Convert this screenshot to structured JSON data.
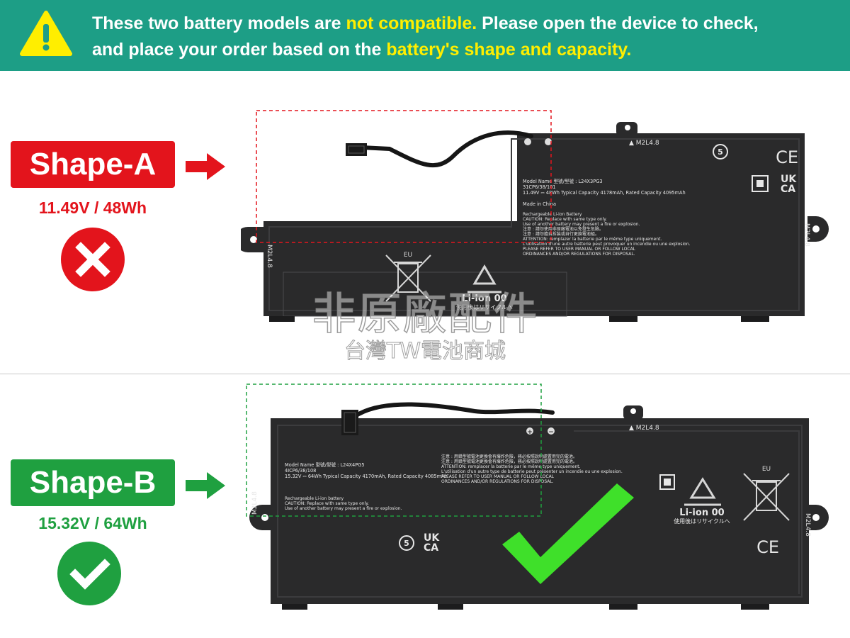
{
  "banner": {
    "line1_a": "These two battery models are ",
    "line1_hl": "not compatible.",
    "line1_b": " Please open the device to check,",
    "line2_a": "and place your order based on the ",
    "line2_hl": "battery's shape and capacity."
  },
  "shape_a": {
    "label": "Shape-A",
    "spec": "11.49V / 48Wh",
    "model_line": "Model Name 型號/型號 : L24X3PG3",
    "cells": "31CP6/38/101",
    "capacity_line": "11.49V ⎓ 48Wh Typical Capacity 4178mAh, Rated Capacity 4095mAh",
    "made_in": "Made in China",
    "warn1": "Rechargeable Li-ion Battery",
    "warn2": "CAUTION: Replace with same type only.",
    "warn3": "Use of another battery may present a fire or explosion.",
    "warn4": "注意 : 請勿使用非原廠電池以免發生危險。",
    "warn5": "注意 : 請勿擅自拆裝或自行更換電池組。",
    "warn6": "ATTENTION: remplazer la batterie par le même type uniquement.",
    "warn7": "L'utilisation d'une autre batterie peut provoquer un incendie ou une explosion.",
    "warn8": "PLEASE REFER TO USER MANUAL OR FOLLOW LOCAL",
    "warn9": "ORDINANCES AND/OR REGULATIONS FOR DISPOSAL.",
    "screw_top": "▲ M2L4.8",
    "screw_left": "M2L4.8",
    "screw_right": "M2L4.8",
    "eu": "EU",
    "liion": "Li-ion 00",
    "recycle_jp": "使用後はリサイクルへ",
    "ce": "CE",
    "ukca_1": "UK",
    "ukca_2": "CA",
    "age_mark": "5"
  },
  "shape_b": {
    "label": "Shape-B",
    "spec": "15.32V / 64Wh",
    "model_line": "Model Name 型號/型號 : L24X4PG5",
    "cells": "4ICP6/38/108",
    "capacity_line": "15.32V ⎓ 64Wh Typical Capacity 4170mAh, Rated Capacity 4085mAh",
    "warn1": "Rechargeable Li-ion battery",
    "warn2": "CAUTION: Replace with same type only.",
    "warn3": "Use of another battery may present a fire or explosion.",
    "warn4": "注意 : 用錯型號電池更換會有爆炸危險，務必按照說明處置用完的電池。",
    "warn5": "注意 : 用錯型號電池更換會有爆炸危險，務必按照說明處置用完的電池。",
    "warn6": "ATTENTION: remplacer la batterie par le même type uniquement.",
    "warn7": "L'utilisation d'un autre type de batterie peut présenter un incendie ou une explosion.",
    "warn8": "PLEASE REFER TO USER MANUAL OR FOLLOW LOCAL",
    "warn9": "ORDINANCES AND/OR REGULATIONS FOR DISPOSAL.",
    "screw_top": "▲ M2L4.8",
    "screw_left": "M2L4.8",
    "screw_right": "M2L4.8",
    "eu": "EU",
    "liion": "Li-ion 00",
    "recycle_jp": "使用後はリサイクルへ",
    "ce": "CE",
    "ukca_1": "UK",
    "ukca_2": "CA",
    "age_mark": "5",
    "plus": "+",
    "minus": "−"
  },
  "watermark": {
    "line1": "非原廠配件",
    "line2": "台灣TW電池商城"
  },
  "colors": {
    "banner": "#1d9e86",
    "highlight": "#ffee00",
    "incompatible": "#e3141c",
    "compatible": "#1fa040",
    "battery_body": "#2a2a2b"
  }
}
